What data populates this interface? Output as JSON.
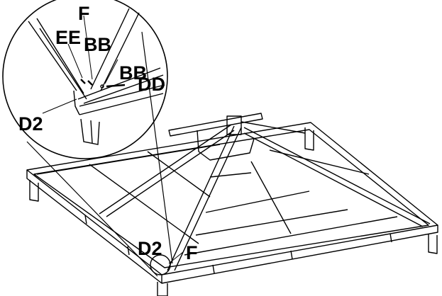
{
  "diagram": {
    "callout_labels": {
      "ee": "EE",
      "f_top": "F",
      "bb_left": "BB",
      "bb_right": "BB",
      "dd": "DD",
      "d2_detail": "D2"
    },
    "main_labels": {
      "d2": "D2",
      "f": "F"
    },
    "colors": {
      "line": "#000000",
      "background": "#ffffff"
    }
  }
}
